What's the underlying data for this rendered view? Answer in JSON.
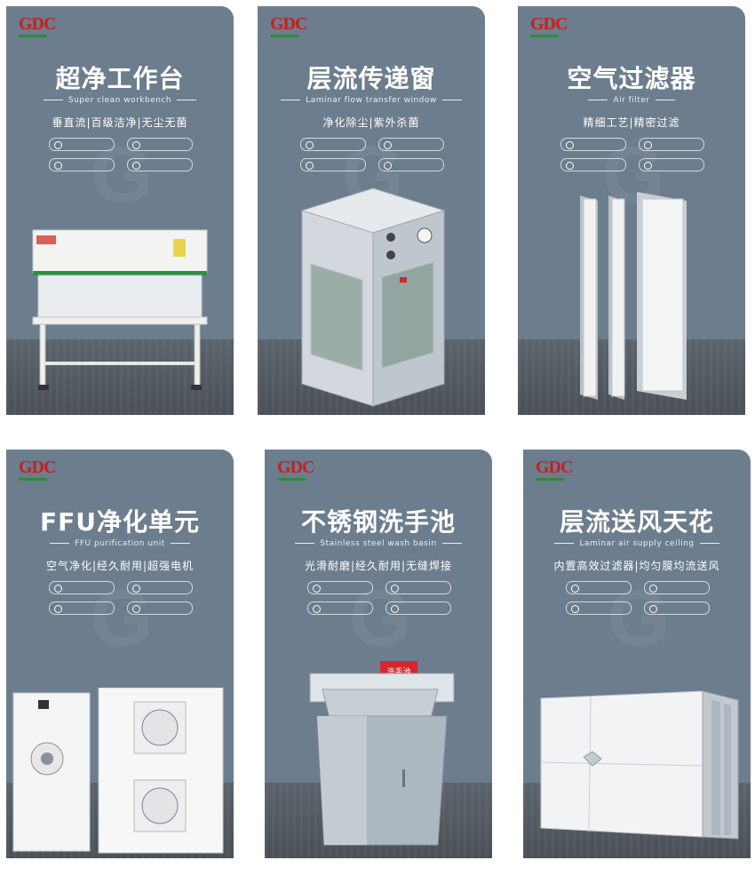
{
  "logo": {
    "mark": "GDC"
  },
  "cards": [
    {
      "title": "超净工作台",
      "subtitle": "Super clean workbench",
      "tagline": "垂直流|百级洁净|无尘无菌",
      "badges": [
        "",
        "",
        "",
        ""
      ],
      "note": ""
    },
    {
      "title": "层流传递窗",
      "subtitle": "Laminar flow transfer window",
      "tagline": "净化除尘|紫外杀菌",
      "badges": [
        "",
        "",
        "",
        ""
      ],
      "note": ""
    },
    {
      "title": "空气过滤器",
      "subtitle": "Air filter",
      "tagline": "精细工艺|精密过滤",
      "badges": [
        "",
        "",
        "",
        ""
      ],
      "note": ""
    },
    {
      "title": "FFU净化单元",
      "subtitle": "FFU purification unit",
      "tagline": "空气净化|经久耐用|超强电机",
      "badges": [
        "",
        "",
        "",
        ""
      ],
      "note": ""
    },
    {
      "title": "不锈钢洗手池",
      "subtitle": "Stainless steel wash basin",
      "tagline": "光滑耐磨|经久耐用|无缝焊接",
      "badges": [
        "",
        "",
        "",
        ""
      ],
      "note": "",
      "sign": "洗手池"
    },
    {
      "title": "层流送风天花",
      "subtitle": "Laminar air supply ceiling",
      "tagline": "内置高效过滤器|均匀膜均流送风",
      "badges": [
        "",
        "",
        "",
        ""
      ],
      "note": ""
    }
  ],
  "colors": {
    "card_bg": "#6c7d8e",
    "logo_red": "#c81e1e",
    "logo_green": "#2e8b3a",
    "floor": "#4f555c"
  }
}
